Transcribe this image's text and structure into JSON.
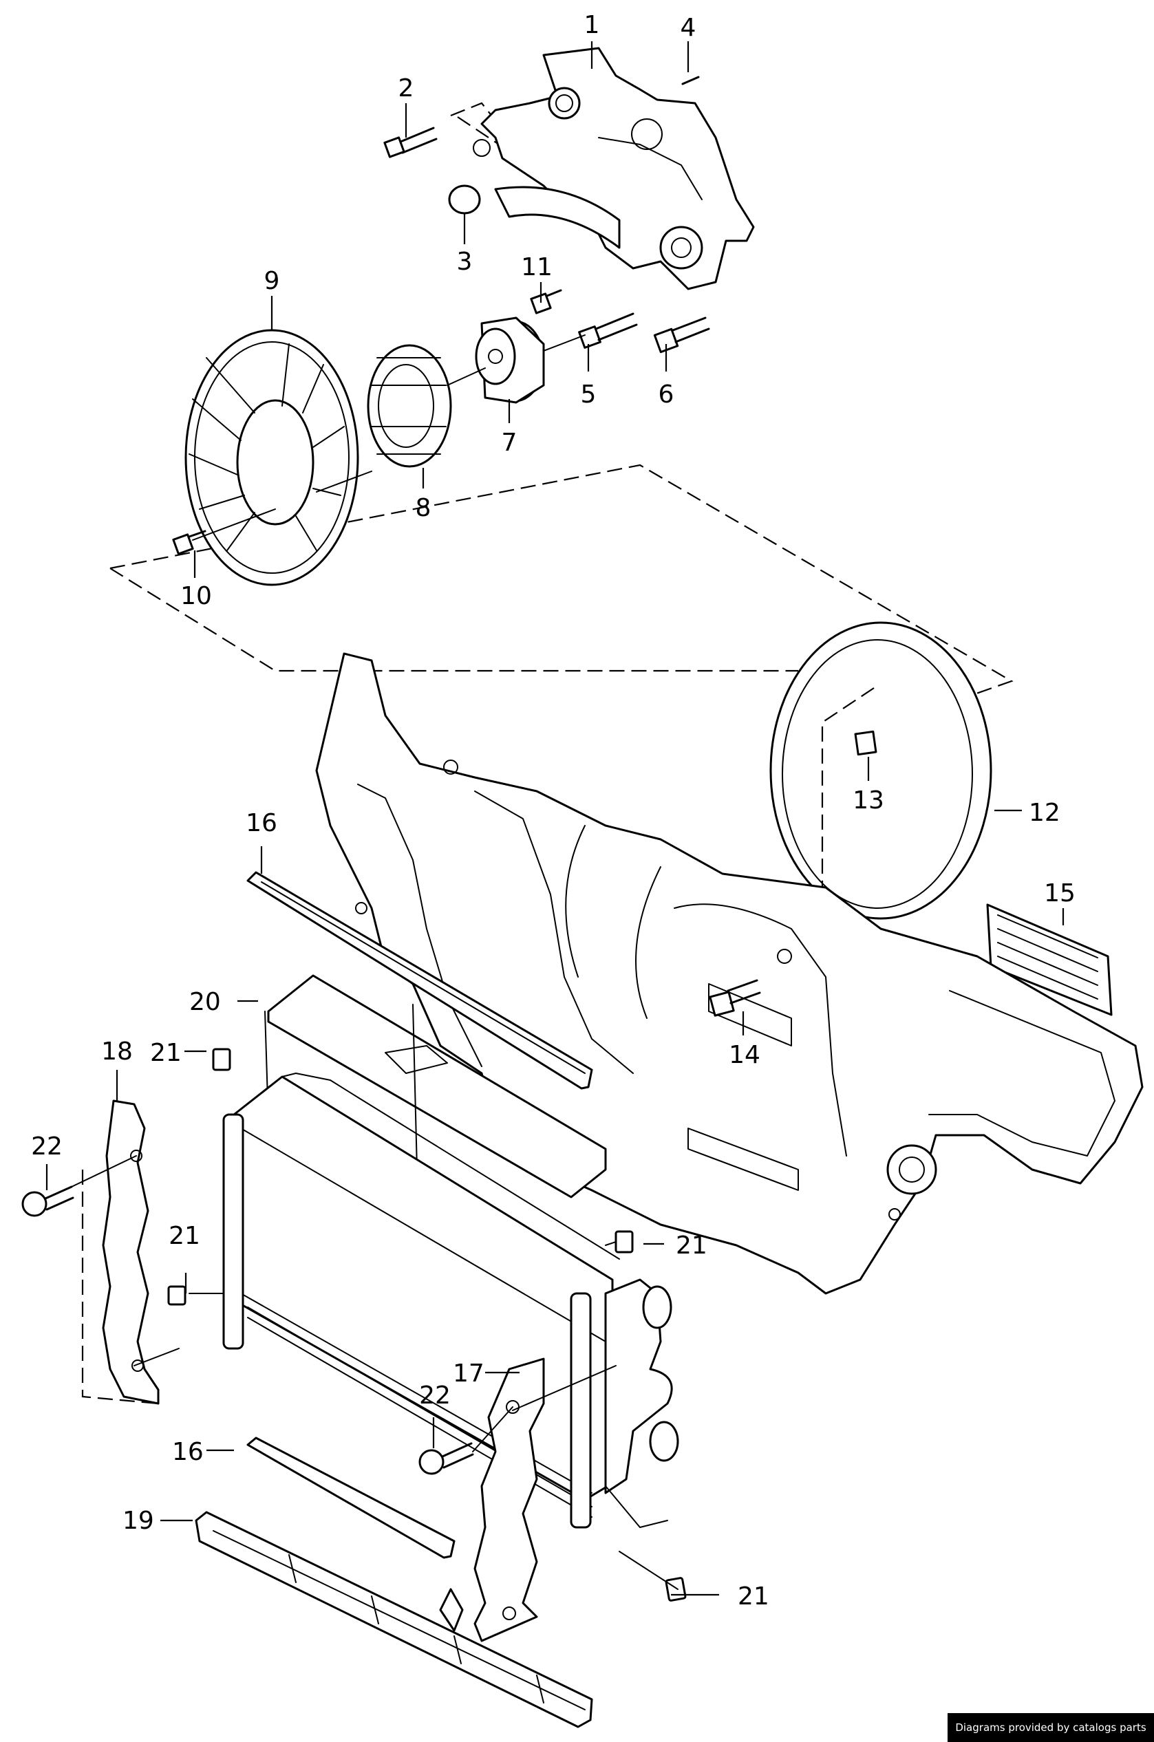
{
  "callouts": {
    "c1": "1",
    "c2": "2",
    "c3": "3",
    "c4": "4",
    "c5": "5",
    "c6": "6",
    "c7": "7",
    "c8": "8",
    "c9": "9",
    "c10": "10",
    "c11": "11",
    "c12": "12",
    "c13": "13",
    "c14": "14",
    "c15": "15",
    "c16a": "16",
    "c16b": "16",
    "c17": "17",
    "c18": "18",
    "c19": "19",
    "c20": "20",
    "c21a": "21",
    "c21b": "21",
    "c21c": "21",
    "c21d": "21",
    "c22a": "22",
    "c22b": "22"
  },
  "footer": {
    "credit": "Diagrams provided by catalogs parts"
  }
}
